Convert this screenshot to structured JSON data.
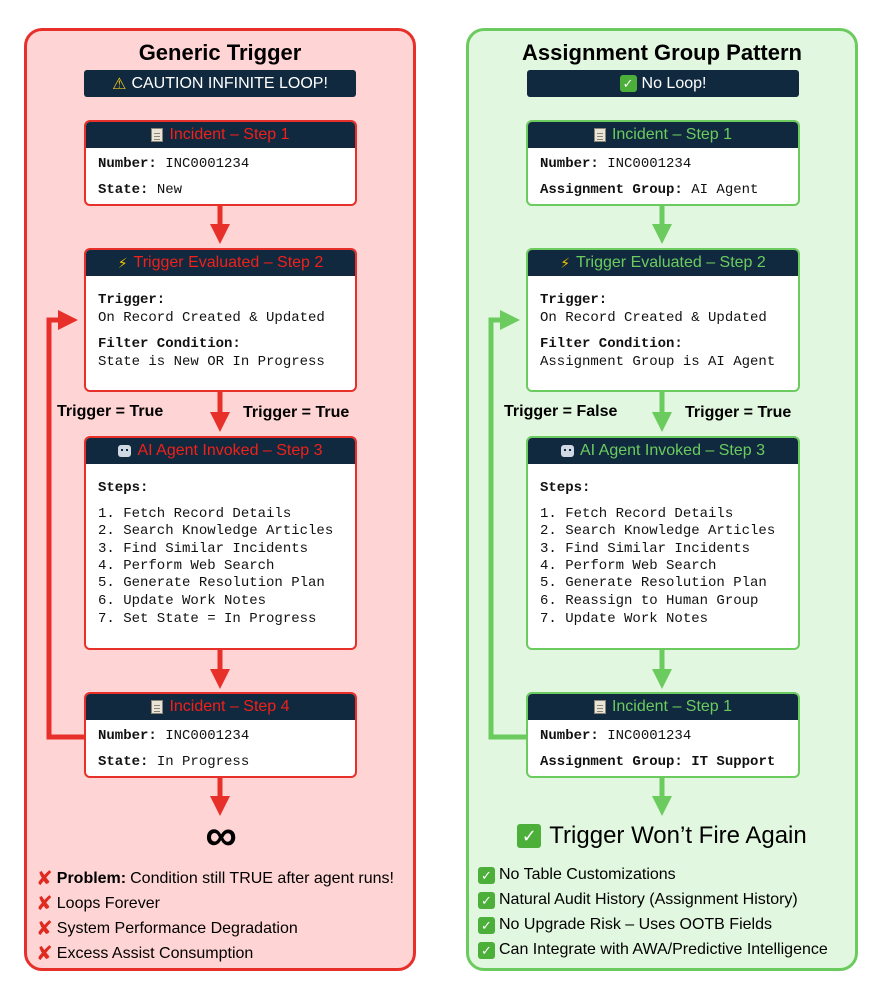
{
  "left": {
    "title": "Generic Trigger",
    "banner": "CAUTION INFINITE LOOP!",
    "step1": {
      "header": "Incident – Step 1",
      "l1_key": "Number:",
      "l1_val": " INC0001234",
      "l2_key": "State:",
      "l2_val": " New"
    },
    "step2": {
      "header": "Trigger Evaluated – Step 2",
      "k1": "Trigger:",
      "v1": "On Record Created & Updated",
      "k2": "Filter Condition:",
      "v2": "State is New OR In Progress"
    },
    "step3": {
      "header": "AI Agent Invoked – Step 3",
      "steps_label": "Steps:",
      "steps": [
        "1. Fetch Record Details",
        "2. Search Knowledge Articles",
        "3. Find Similar Incidents",
        "4. Perform Web Search",
        "5. Generate Resolution Plan",
        "6. Update Work Notes",
        "7. Set State = In Progress"
      ]
    },
    "step4": {
      "header": "Incident – Step 4",
      "l1_key": "Number:",
      "l1_val": " INC0001234",
      "l2_key": "State:",
      "l2_val": " In Progress"
    },
    "loop_label": "Trigger = True",
    "down_label": "Trigger = True",
    "infinity": "∞",
    "problems": [
      {
        "bold": "Problem:",
        "text": " Condition still TRUE after agent runs!"
      },
      {
        "bold": "",
        "text": "Loops Forever"
      },
      {
        "bold": "",
        "text": "System Performance Degradation"
      },
      {
        "bold": "",
        "text": "Excess Assist Consumption"
      }
    ]
  },
  "right": {
    "title": "Assignment Group Pattern",
    "banner": "No Loop!",
    "step1": {
      "header": "Incident – Step 1",
      "l1_key": "Number:",
      "l1_val": " INC0001234",
      "l2_key": "Assignment Group:",
      "l2_val": " AI Agent"
    },
    "step2": {
      "header": "Trigger Evaluated – Step 2",
      "k1": "Trigger:",
      "v1": "On Record Created & Updated",
      "k2": "Filter Condition:",
      "v2": "Assignment Group is AI Agent"
    },
    "step3": {
      "header": "AI Agent Invoked – Step 3",
      "steps_label": "Steps:",
      "steps": [
        "1. Fetch Record Details",
        "2. Search Knowledge Articles",
        "3. Find Similar Incidents",
        "4. Perform Web Search",
        "5. Generate Resolution Plan",
        "6. Reassign to Human Group",
        "7. Update Work Notes"
      ]
    },
    "step4": {
      "header": "Incident – Step 1",
      "l1_key": "Number:",
      "l1_val": " INC0001234",
      "l2_key": "Assignment Group:",
      "l2_val": " IT Support"
    },
    "loop_label": "Trigger = False",
    "down_label": "Trigger = True",
    "result": "Trigger Won’t Fire Again",
    "benefits": [
      "No Table Customizations",
      "Natural Audit History (Assignment History)",
      "No Upgrade Risk – Uses OOTB Fields",
      "Can Integrate with AWA/Predictive Intelligence"
    ]
  },
  "colors": {
    "red": "#e8302a",
    "green": "#6ccb5f",
    "navy": "#10293e"
  }
}
